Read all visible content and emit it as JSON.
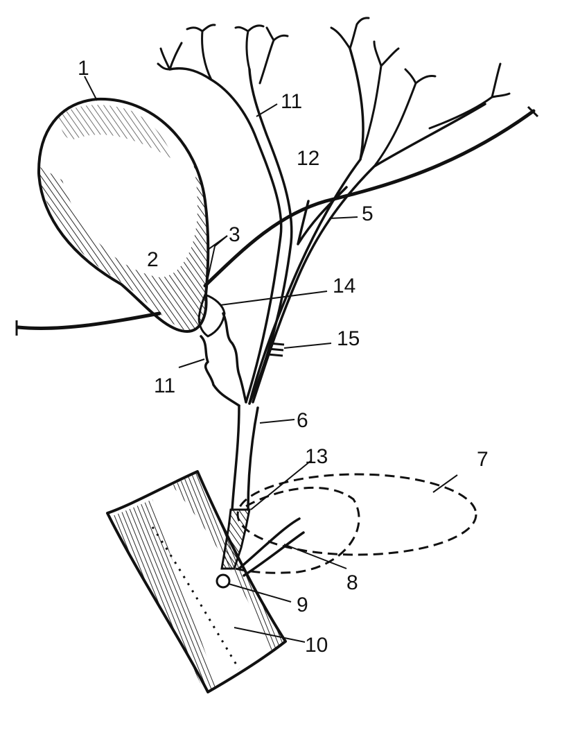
{
  "diagram": {
    "labels": {
      "l1": "1",
      "l2": "2",
      "l3": "3",
      "l5": "5",
      "l6": "6",
      "l7": "7",
      "l8": "8",
      "l9": "9",
      "l10": "10",
      "l11a": "11",
      "l11b": "11",
      "l12": "12",
      "l13": "13",
      "l14": "14",
      "l15": "15"
    }
  },
  "colors": {
    "ink": "#111111",
    "background": "#ffffff"
  }
}
